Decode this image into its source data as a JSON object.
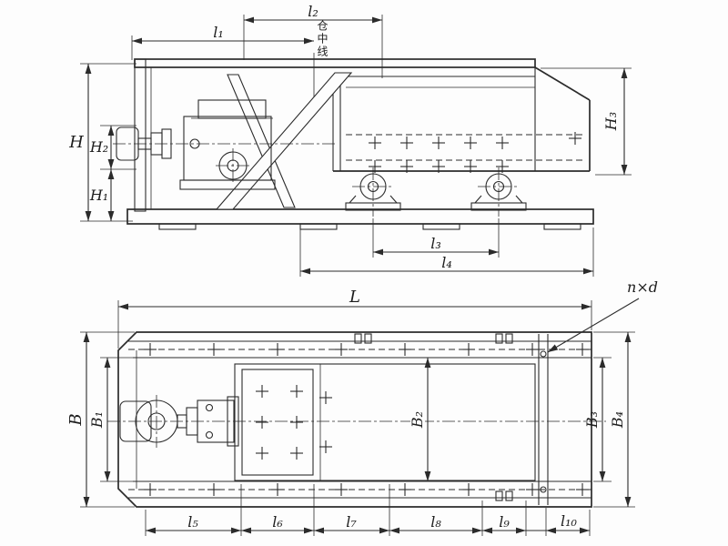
{
  "diagram": {
    "kind": "engineering-two-view-dimension-drawing",
    "background": "#fdfdfd",
    "ink_color": "#2b2b2b",
    "views": {
      "side_elevation": {
        "centerline_note": "仓中线",
        "dims": {
          "l1": "l₁",
          "l2": "l₂",
          "l3": "l₃",
          "l4": "l₄",
          "H": "H",
          "H1": "H₁",
          "H2": "H₂",
          "H3": "H₃"
        }
      },
      "top_plan": {
        "hole_note": "n×d",
        "dims": {
          "L": "L",
          "B": "B",
          "B1": "B₁",
          "B2": "B₂",
          "B3": "B₃",
          "B4": "B₄",
          "l5": "l₅",
          "l6": "l₆",
          "l7": "l₇",
          "l8": "l₈",
          "l9": "l₉",
          "l10": "l₁₀"
        }
      }
    }
  }
}
